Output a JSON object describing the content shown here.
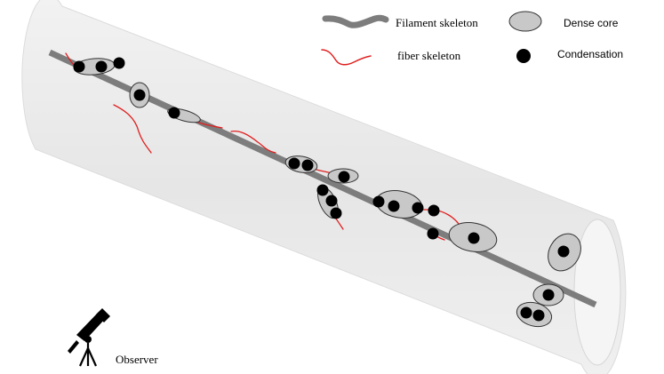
{
  "legend": {
    "filament_label": "Filament skeleton",
    "fiber_label": "fiber skeleton",
    "dense_core_label": "Dense core",
    "condensation_label": "Condensation"
  },
  "observer_label": "Observer",
  "colors": {
    "filament": "#7d7d7d",
    "fiber": "#e02020",
    "core_fill": "#c8c8c8",
    "condensation": "#000000",
    "cylinder": "#ebebeb"
  }
}
